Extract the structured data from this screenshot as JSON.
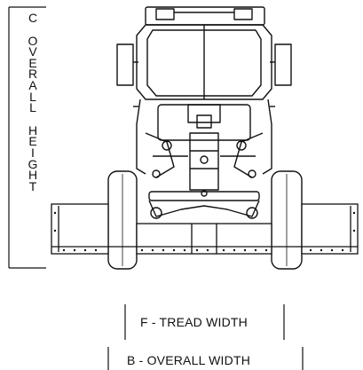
{
  "labels": {
    "height_code": "C",
    "height_word1": [
      "O",
      "V",
      "E",
      "R",
      "A",
      "L",
      "L"
    ],
    "height_word2": [
      "H",
      "E",
      "I",
      "G",
      "H",
      "T"
    ],
    "tread_width": "F - TREAD WIDTH",
    "overall_width": "B - OVERALL WIDTH"
  },
  "colors": {
    "line": "#111111",
    "background": "#ffffff"
  }
}
